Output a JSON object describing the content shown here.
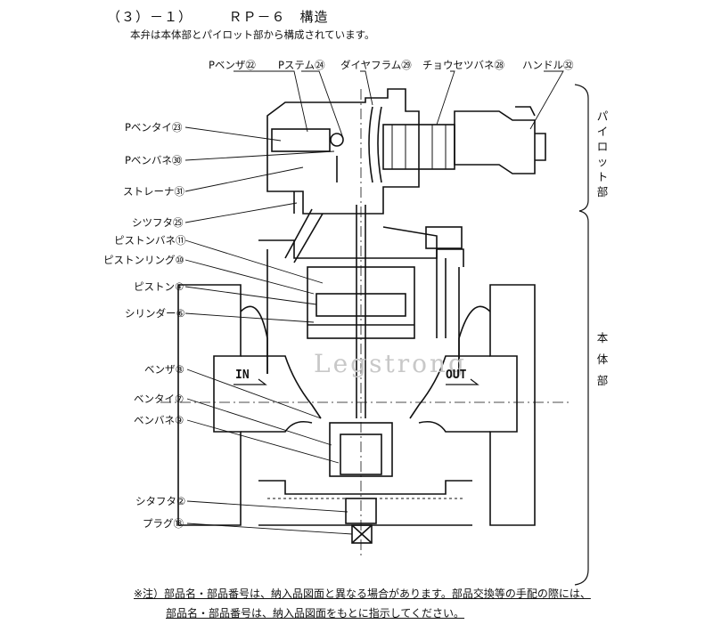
{
  "header": {
    "title": "（３）－１）　　　ＲＰ－６　構造",
    "subtitle": "本弁は本体部とパイロット部から構成されています。"
  },
  "parts": {
    "p_benza": "Pベンザ㉒",
    "p_stem": "Pステム㉔",
    "diaphragm": "ダイヤフラム㉙",
    "adjust_spring": "チョウセツバネ㉘",
    "handle": "ハンドル㉜",
    "p_bentai": "Pベンタイ㉓",
    "p_benbane": "Pベンバネ㉚",
    "strainer": "ストレーナ㉛",
    "shitsufuta": "シツフタ㉕",
    "piston_spring": "ピストンバネ⑪",
    "piston_ring": "ピストンリング⑩",
    "piston": "ピストン④",
    "cylinder": "シリンダー⑥",
    "benza": "ベンザ⑧",
    "bentai": "ベンタイ⑦",
    "benbane": "ベンバネ⑨",
    "shitafuta": "シタフタ②",
    "plug": "プラグ⑱"
  },
  "sections": {
    "pilot": "パイロット部",
    "body": "本体部"
  },
  "flow": {
    "in": "IN",
    "out": "OUT"
  },
  "watermark": {
    "text": "Legstrong"
  },
  "notes": {
    "line1": "※注）部品名・部品番号は、納入品図面と異なる場合があります。部品交換等の手配の際には、",
    "line2": "部品名・部品番号は、納入品図面をもとに指示してください。"
  }
}
